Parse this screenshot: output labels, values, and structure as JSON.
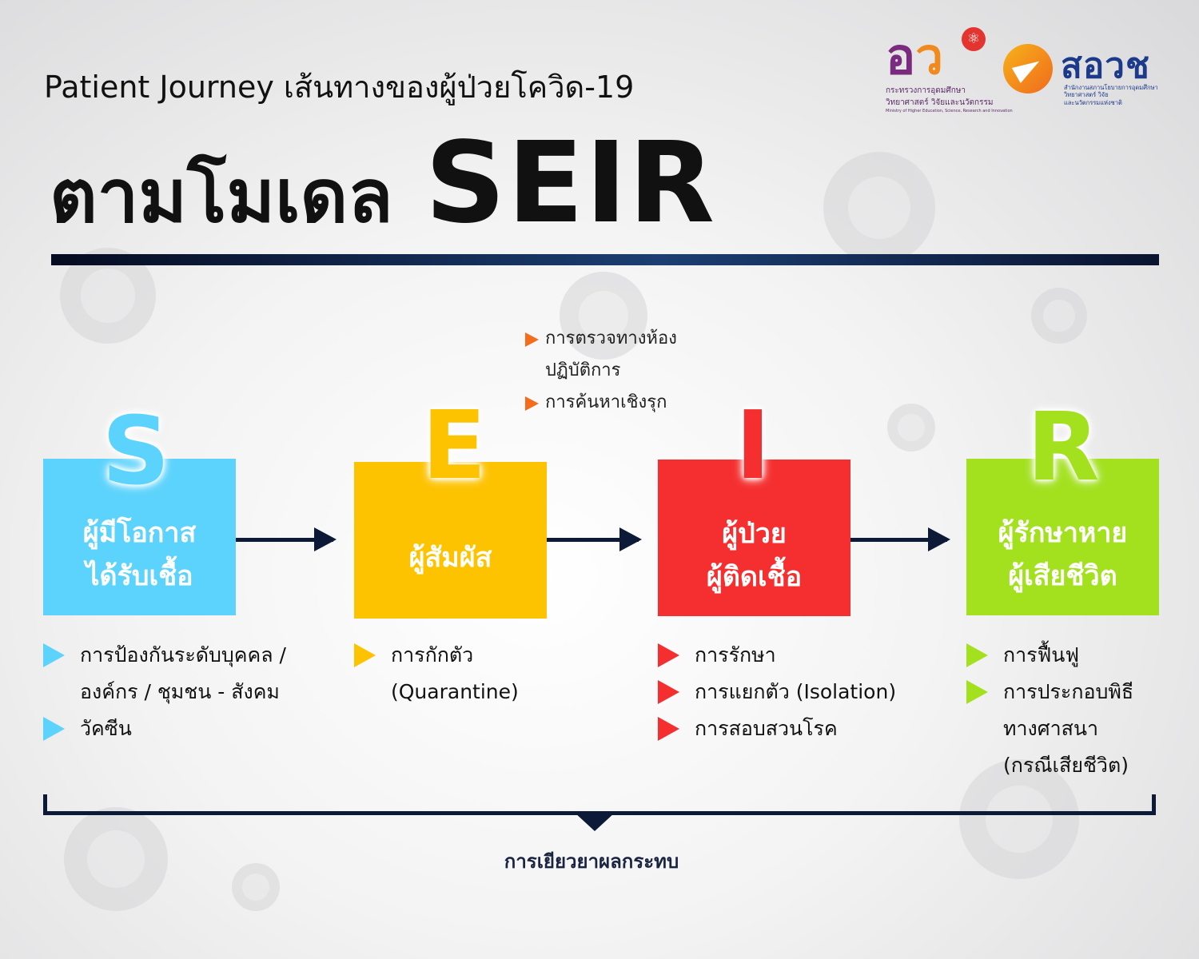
{
  "header": {
    "title_line1": "Patient Journey เส้นทางของผู้ป่วยโควิด-19",
    "title_line2_thai": "ตามโมเดล",
    "title_line2_en": "SEIR"
  },
  "logos": {
    "mhesi": {
      "line1": "กระทรวงการอุดมศึกษา",
      "line2": "วิทยาศาสตร์ วิจัยและนวัตกรรม",
      "line3": "Ministry of Higher Education, Science, Research and Innovation"
    },
    "nxpo": {
      "name": "สอวช",
      "sub1": "สำนักงานสภานโยบายการอุดมศึกษา",
      "sub2": "วิทยาศาสตร์ วิจัย",
      "sub3": "และนวัตกรรมแห่งชาติ"
    }
  },
  "stages": [
    {
      "letter": "S",
      "color": "#5cd3fc",
      "label_line1": "ผู้มีโอกาส",
      "label_line2": "ได้รับเชื้อ",
      "bullets": [
        "การป้องกันระดับบุคคล /",
        "องค์กร / ชุมชน - สังคม",
        "วัคซีน"
      ]
    },
    {
      "letter": "E",
      "color": "#fdc300",
      "label_line1": "ผู้สัมผัส",
      "label_line2": "",
      "bullets": [
        "การกักตัว",
        "(Quarantine)"
      ]
    },
    {
      "letter": "I",
      "color": "#f52f2f",
      "label_line1": "ผู้ป่วย",
      "label_line2": "ผู้ติดเชื้อ",
      "bullets": [
        "การรักษา",
        "การแยกตัว (Isolation)",
        "การสอบสวนโรค"
      ]
    },
    {
      "letter": "R",
      "color": "#a3e11f",
      "label_line1": "ผู้รักษาหาย",
      "label_line2": "ผู้เสียชีวิต",
      "bullets": [
        "การฟื้นฟู",
        "การประกอบพิธี",
        "ทางศาสนา",
        "(กรณีเสียชีวิต)"
      ]
    }
  ],
  "top_notes": [
    "การตรวจทางห้อง",
    "ปฏิบัติการ",
    "การค้นหาเชิงรุก"
  ],
  "footer": {
    "impact_label": "การเยียวยาผลกระทบ"
  }
}
